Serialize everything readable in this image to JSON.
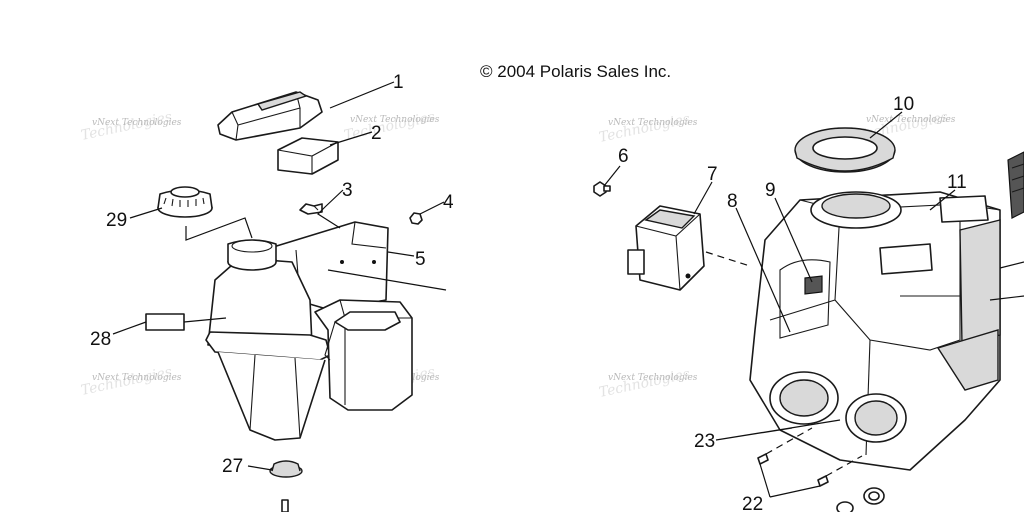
{
  "copyright": "© 2004 Polaris Sales Inc.",
  "watermark": "vNext Technologies",
  "callouts": {
    "c1": "1",
    "c2": "2",
    "c3": "3",
    "c4": "4",
    "c5": "5",
    "c6": "6",
    "c7": "7",
    "c8": "8",
    "c9": "9",
    "c10": "10",
    "c11": "11",
    "c22": "22",
    "c23": "23",
    "c27": "27",
    "c28": "28",
    "c29": "29"
  }
}
